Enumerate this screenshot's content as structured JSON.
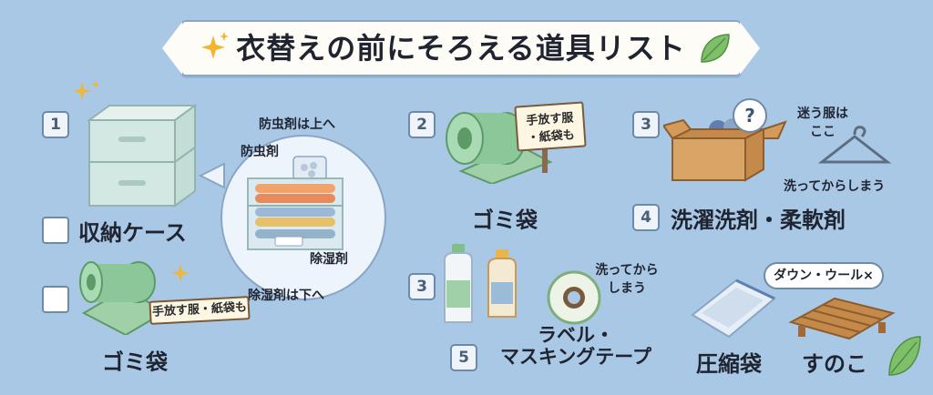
{
  "title": "衣替えの前にそろえる道具リスト",
  "left": {
    "case": {
      "number": "1",
      "label": "収納ケース"
    },
    "bags": {
      "label": "ゴミ袋",
      "sign": "手放す服・紙袋も"
    },
    "inset": {
      "insecticide_top": "防虫剤は上へ",
      "insecticide": "防虫剤",
      "dehumidifier": "除湿剤",
      "dehumidifier_bottom": "除湿剤は下へ"
    }
  },
  "middle": {
    "bags": {
      "number": "2",
      "label": "ゴミ袋",
      "sign_line1": "手放す服",
      "sign_line2": "・紙袋も"
    },
    "detergent_number": "3",
    "tape": {
      "number": "5",
      "label_line1": "ラベル・",
      "label_line2": "マスキングテープ",
      "note_line1": "洗ってから",
      "note_line2": "しまう"
    }
  },
  "right": {
    "box": {
      "number": "3",
      "question": "?",
      "note_line1": "迷う服は",
      "note_line2": "ここ",
      "hanger_note": "洗ってからしまう"
    },
    "wash": {
      "number": "4",
      "label": "洗濯洗剤・柔軟剤"
    },
    "compress": {
      "label": "圧縮袋",
      "warning": "ダウン・ウール×"
    },
    "slat": {
      "label": "すのこ"
    }
  },
  "colors": {
    "background": "#a9c8e6",
    "green": "#7fbf8a",
    "accent": "#e8b54a"
  }
}
